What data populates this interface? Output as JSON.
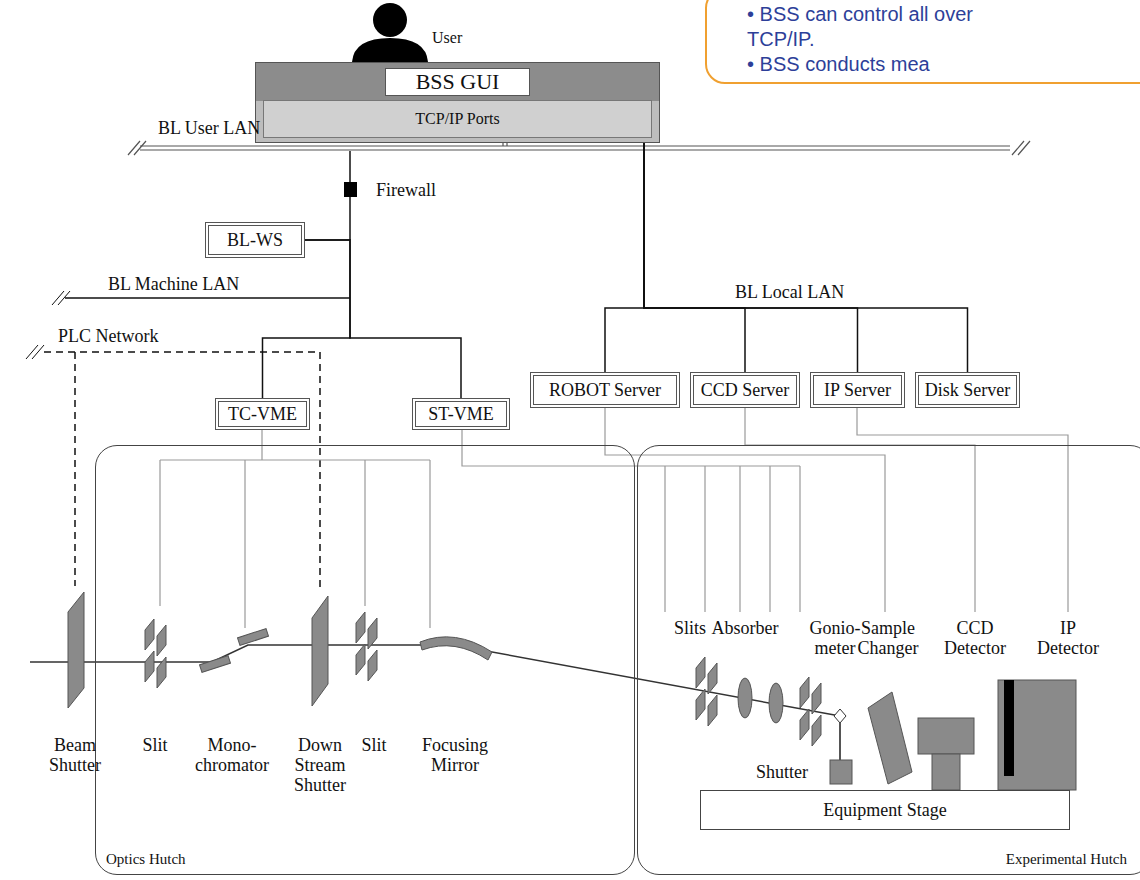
{
  "diagram": {
    "nodes": [
      {
        "text": [
          "BSS GUI"
        ]
      },
      {
        "text": [
          "TCP/IP Ports"
        ],
        "in": 0
      },
      {
        "text": [
          "• BSS can control all over TCP/IP.",
          "• BSS conducts mea"
        ]
      },
      {
        "text": [
          "BL-WS"
        ]
      },
      {
        "text": [
          "TC-VME"
        ]
      },
      {
        "text": [
          "ST-VME"
        ]
      },
      {
        "text": [
          "ROBOT Server"
        ]
      },
      {
        "text": [
          "CCD Server"
        ]
      },
      {
        "text": [
          "IP Server"
        ]
      },
      {
        "text": [
          "Disk Server"
        ]
      },
      {
        "text": [
          "Optics Hutch"
        ]
      },
      {
        "text": [
          "Experimental Hutch"
        ]
      },
      {
        "text": [
          "Equipment Stage"
        ],
        "in": 11
      }
    ],
    "edges": [
      {
        "from": 1,
        "to": 6,
        "arrow": "none"
      },
      {
        "from": 1,
        "to": 7,
        "arrow": "none"
      },
      {
        "from": 1,
        "to": 8,
        "arrow": "none"
      },
      {
        "from": 1,
        "to": 9,
        "arrow": "none"
      },
      {
        "from": 3,
        "to": 4,
        "arrow": "none"
      },
      {
        "from": 3,
        "to": 5,
        "arrow": "none"
      }
    ],
    "labels": [
      "User",
      "BL User LAN",
      "Firewall",
      "BL Machine LAN",
      "BL Local LAN",
      "PLC Network",
      "Beam Shutter",
      "Slit",
      "Mono- chromator",
      "Down Stream Shutter",
      "Slit",
      "Focusing Mirror",
      "Slits",
      "Absorber",
      "Gonio- meter",
      "Sample Changer",
      "CCD Detector",
      "IP Detector",
      "Shutter"
    ]
  }
}
